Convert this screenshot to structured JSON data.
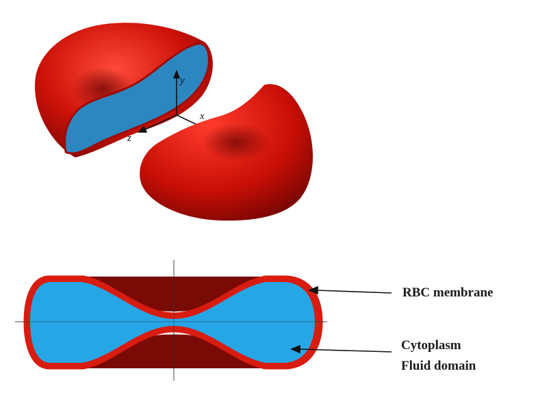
{
  "axes3d": {
    "y": "y",
    "x": "x",
    "z": "z"
  },
  "annotations": {
    "membrane": "RBC membrane",
    "cytoplasm_line1": "Cytoplasm",
    "cytoplasm_line2": "Fluid domain"
  },
  "colors": {
    "membrane_red": "#d81c10",
    "membrane_dark": "#7a0a06",
    "cytoplasm_blue": "#27a6e6",
    "section_blue": "#2c86c0"
  }
}
